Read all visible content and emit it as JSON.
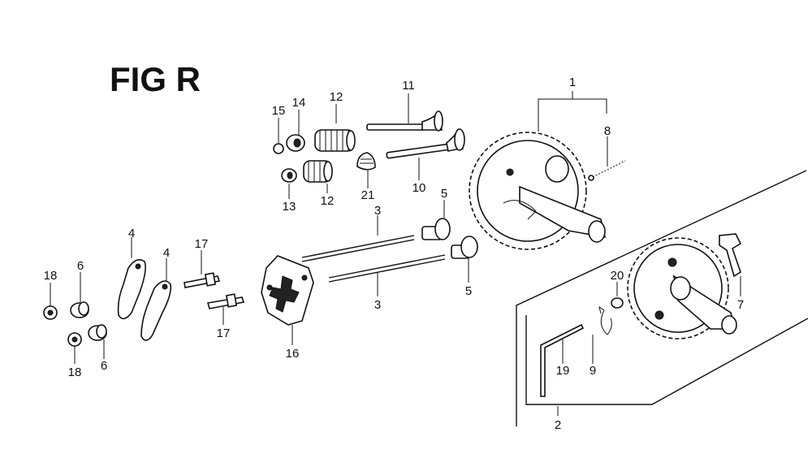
{
  "figure": {
    "title": "FIG R"
  },
  "callouts": {
    "c1": "1",
    "c2": "2",
    "c3a": "3",
    "c3b": "3",
    "c4a": "4",
    "c4b": "4",
    "c5a": "5",
    "c5b": "5",
    "c6a": "6",
    "c6b": "6",
    "c7": "7",
    "c8": "8",
    "c9": "9",
    "c10": "10",
    "c11": "11",
    "c12a": "12",
    "c12b": "12",
    "c13": "13",
    "c14": "14",
    "c15": "15",
    "c16": "16",
    "c17a": "17",
    "c17b": "17",
    "c18a": "18",
    "c18b": "18",
    "c19": "19",
    "c20": "20",
    "c21": "21"
  }
}
